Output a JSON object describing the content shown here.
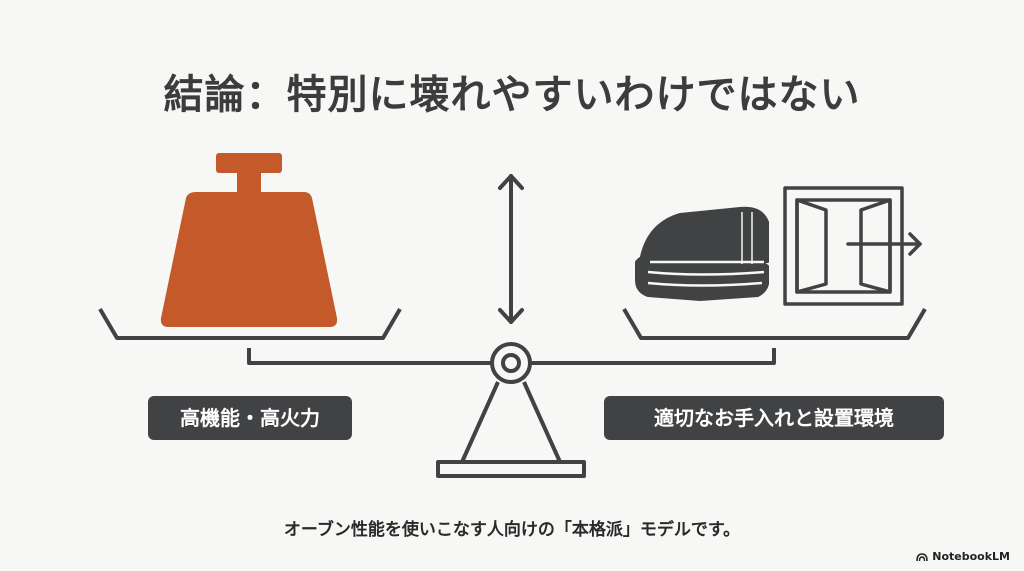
{
  "title": "結論：特別に壊れやすいわけではない",
  "left_tag": "高機能・高火力",
  "right_tag": "適切なお手入れと設置環境",
  "caption": "オーブン性能を使いこなす人向けの「本格派」モデルです。",
  "brand": "NotebookLM",
  "icons": {
    "left_weight": "weight-icon",
    "towel": "folded-towel-icon",
    "door": "open-door-icon",
    "arrow": "vertical-double-arrow-icon"
  },
  "colors": {
    "weight": "#c4592a",
    "ink": "#414244",
    "background": "#f7f7f5"
  }
}
